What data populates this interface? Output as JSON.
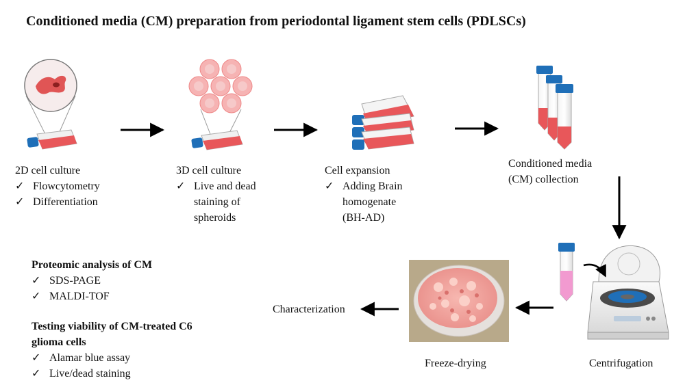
{
  "title": "Conditioned media (CM) preparation from periodontal ligament stem cells (PDLSCs)",
  "check_glyph": "✓",
  "steps": {
    "culture_2d": {
      "label": "2D cell culture",
      "items": [
        "Flowcytometry",
        "Differentiation"
      ]
    },
    "culture_3d": {
      "label": "3D cell culture",
      "item_lines": [
        "Live and dead",
        "staining of",
        "spheroids"
      ]
    },
    "expansion": {
      "label": "Cell expansion",
      "item_lines": [
        "Adding Brain",
        "homogenate",
        "(BH-AD)"
      ]
    },
    "collection": {
      "label_lines": [
        "Conditioned media",
        "(CM) collection"
      ]
    },
    "centrifugation": {
      "label": "Centrifugation"
    },
    "freeze_drying": {
      "label": "Freeze-drying"
    },
    "characterization": {
      "label": "Characterization"
    }
  },
  "analysis": {
    "proteomic": {
      "heading": "Proteomic analysis of CM",
      "items": [
        "SDS-PAGE",
        "MALDI-TOF"
      ]
    },
    "viability": {
      "heading_lines": [
        "Testing viability of CM-treated C6",
        "glioma cells"
      ],
      "items": [
        "Alamar blue assay",
        "Live/dead staining"
      ]
    }
  },
  "colors": {
    "media_red": "#e8575a",
    "cap_blue": "#1f6fb8",
    "cell_pink": "#f6b3b3",
    "cell_red": "#e06060",
    "arrow": "#000000"
  }
}
